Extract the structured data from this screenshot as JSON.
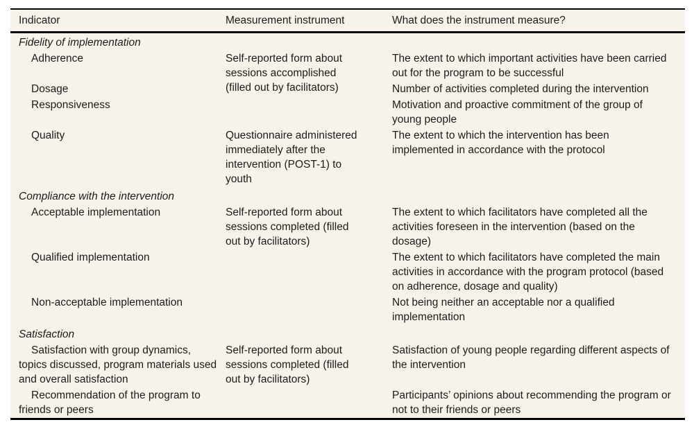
{
  "table": {
    "colors": {
      "table_background": "#f7f3ea",
      "page_background": "#ffffff",
      "rule_color": "#000000",
      "text_color": "#1c1c1c"
    },
    "headers": {
      "indicator": "Indicator",
      "instrument": "Measurement instrument",
      "measure": "What does the instrument measure?"
    },
    "sections": [
      {
        "title": "Fidelity of implementation",
        "rows": [
          {
            "indicator": "Adherence",
            "instrument": "Self-reported form about sessions accomplished (filled out by facilitators)",
            "measure": "The extent to which important activities have been carried out for the program to be successful"
          },
          {
            "indicator": "Dosage",
            "measure": "Number of activities completed during the intervention"
          },
          {
            "indicator": "Responsiveness",
            "measure": "Motivation and proactive commitment of the group of young people"
          },
          {
            "indicator": "Quality",
            "instrument": "Questionnaire administered immediately after the intervention (POST-1) to youth",
            "measure": "The extent to which the intervention has been implemented in accordance with the protocol"
          }
        ]
      },
      {
        "title": "Compliance with the intervention",
        "rows": [
          {
            "indicator": "Acceptable implementation",
            "instrument": "Self-reported form about sessions completed (filled out by facilitators)",
            "measure": "The extent to which facilitators have completed all the activities foreseen in the intervention (based on the dosage)"
          },
          {
            "indicator": "Qualified implementation",
            "measure": "The extent to which facilitators have completed the main activities in accordance with the program protocol (based on adherence, dosage and quality)"
          },
          {
            "indicator": "Non-acceptable implementation",
            "measure": "Not being neither an acceptable nor a qualified implementation"
          }
        ]
      },
      {
        "title": "Satisfaction",
        "rows": [
          {
            "indicator": "Satisfaction with group dynamics, topics discussed, program materials used and overall satisfaction",
            "instrument": "Self-reported form about sessions completed (filled out by facilitators)",
            "measure": "Satisfaction of young people regarding different aspects of the intervention"
          },
          {
            "indicator": "Recommendation of the program to friends or peers",
            "measure": "Participants’ opinions about recommending the program or not to their friends or peers"
          }
        ]
      }
    ]
  }
}
